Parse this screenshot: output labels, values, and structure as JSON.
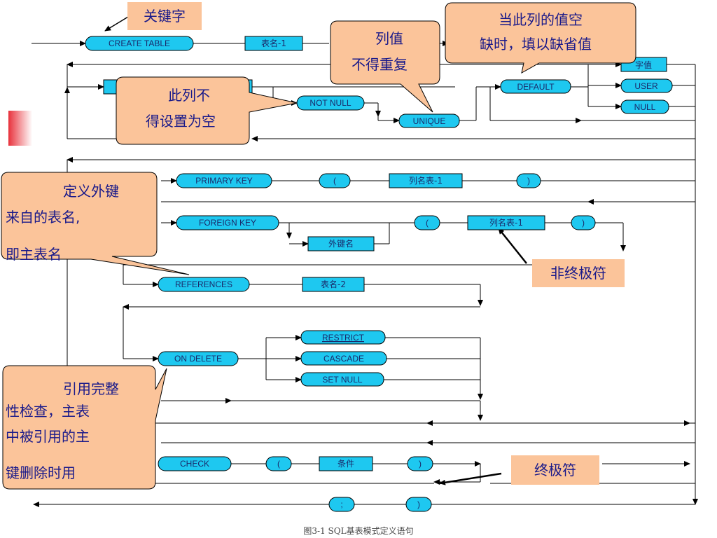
{
  "diagram": {
    "caption": "图3-1 SQL基表模式定义语句",
    "terminals": {
      "create_table": "CREATE TABLE",
      "not_null": "NOT NULL",
      "unique": "UNIQUE",
      "default": "DEFAULT",
      "user": "USER",
      "null": "NULL",
      "primary_key": "PRIMARY KEY",
      "lparen1": "(",
      "rparen1": ")",
      "foreign_key": "FOREIGN KEY",
      "lparen2": "(",
      "rparen2": ")",
      "references": "REFERENCES",
      "on_delete": "ON DELETE",
      "restrict": "RESTRICT",
      "cascade": "CASCADE",
      "set_null": "SET NULL",
      "check": "CHECK",
      "lparen3": "(",
      "rparen3": ")",
      "semicolon": ";",
      "rparen_end": ")"
    },
    "nonterminals": {
      "table_name_1": "表名-1",
      "literal_value": "字值",
      "column_list_1": "列名表-1",
      "column_list_1b": "列名表-1",
      "foreign_key_name": "外键名",
      "table_name_2": "表名-2",
      "condition": "条件"
    },
    "notes": {
      "keyword": "关键字",
      "nonterminal": "非终极符",
      "terminal": "终极符"
    },
    "callouts": {
      "not_null": [
        "此列不",
        "得设置为空"
      ],
      "unique": [
        "列值",
        "不得重复"
      ],
      "default": [
        "当此列的值空",
        "缺时，填以缺省值"
      ],
      "foreign_ref": [
        "定义外键",
        "来自的表名,",
        "即主表名"
      ],
      "on_delete": [
        "引用完整",
        "性检查，主表",
        "中被引用的主",
        "键删除时用"
      ]
    }
  }
}
